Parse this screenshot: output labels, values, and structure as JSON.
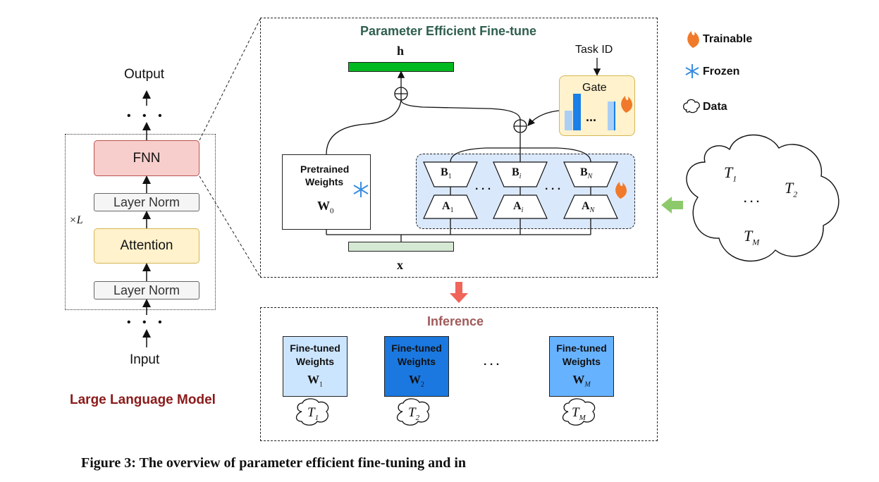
{
  "llm": {
    "output_label": "Output",
    "input_label": "Input",
    "fnn_label": "FNN",
    "layer_norm_top": "Layer Norm",
    "attention_label": "Attention",
    "layer_norm_bottom": "Layer Norm",
    "repeat_label": "×L",
    "dots_top": "• • •",
    "dots_bottom": "• • •",
    "caption": "Large Language Model",
    "caption_color": "#8b1a1a"
  },
  "peft": {
    "title": "Parameter Efficient Fine-tune",
    "title_color": "#2f5f4f",
    "h_label": "h",
    "x_label": "x",
    "task_id_label": "Task ID",
    "gate_label": "Gate",
    "gate_dots": "...",
    "pretrained_line1": "Pretrained",
    "pretrained_line2": "Weights",
    "w0_label": "W",
    "w0_sub": "0",
    "adapters": [
      {
        "b": "B",
        "b_sub": "1",
        "a": "A",
        "a_sub": "1"
      },
      {
        "b": "B",
        "b_sub": "i",
        "a": "A",
        "a_sub": "i"
      },
      {
        "b": "B",
        "b_sub": "N",
        "a": "A",
        "a_sub": "N"
      }
    ],
    "adapter_dots": ". . ."
  },
  "legend": {
    "trainable": "Trainable",
    "frozen": "Frozen",
    "data": "Data"
  },
  "data_cloud": {
    "t1": "T",
    "t1_sub": "1",
    "t2": "T",
    "t2_sub": "2",
    "dots": ". . .",
    "tm": "T",
    "tm_sub": "M"
  },
  "inference": {
    "title": "Inference",
    "title_color": "#a05a5a",
    "dots": ". . .",
    "models": [
      {
        "line1": "Fine-tuned",
        "line2": "Weights",
        "w": "W",
        "w_sub": "1",
        "task": "T",
        "task_sub": "1",
        "fill": "#cce5ff"
      },
      {
        "line1": "Fine-tuned",
        "line2": "Weights",
        "w": "W",
        "w_sub": "2",
        "task": "T",
        "task_sub": "2",
        "fill": "#1a78e0"
      },
      {
        "line1": "Fine-tuned",
        "line2": "Weights",
        "w": "W",
        "w_sub": "M",
        "task": "T",
        "task_sub": "M",
        "fill": "#66b2ff"
      }
    ]
  },
  "figure_caption": "Figure 3: The overview of parameter efficient fine-tuning and in",
  "colors": {
    "h_bar": "#00b81f",
    "x_bar": "#d5e8d4",
    "adapter_region": "#dae8fc",
    "gate_fill": "#fff2cc",
    "gate_bar": "#1a7fe8",
    "gate_bar_light": "#a9cff5",
    "arrow_red": "#f0645a",
    "arrow_green": "#8cc96b"
  }
}
